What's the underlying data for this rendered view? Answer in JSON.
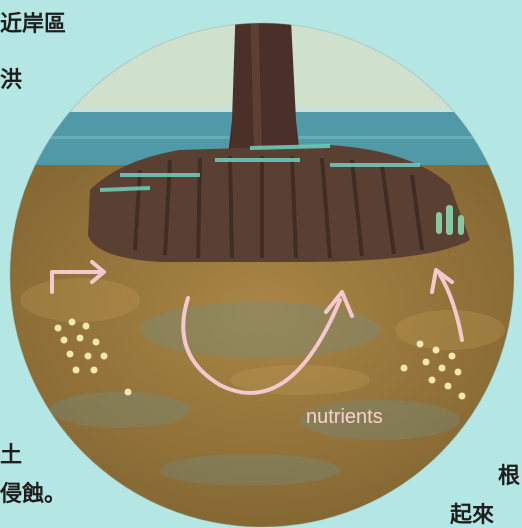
{
  "text": {
    "top_left_line1": "近岸區",
    "top_left_line2": "洪",
    "bottom_left_line1": "土",
    "bottom_left_line2": "侵蝕。",
    "bottom_right_line1": "根",
    "bottom_right_line2": "起來"
  },
  "illustration": {
    "nutrients_label": "nutrients"
  },
  "colors": {
    "background": "#b4e7e3",
    "sky": "#cfe0cc",
    "water": "#4f9aa6",
    "soil": "#9c7a3a",
    "trunk": "#4a3028",
    "roots": "#5a4033",
    "arrows": "#f4c8cc",
    "nutrient_dots": "#f6e7b0"
  }
}
